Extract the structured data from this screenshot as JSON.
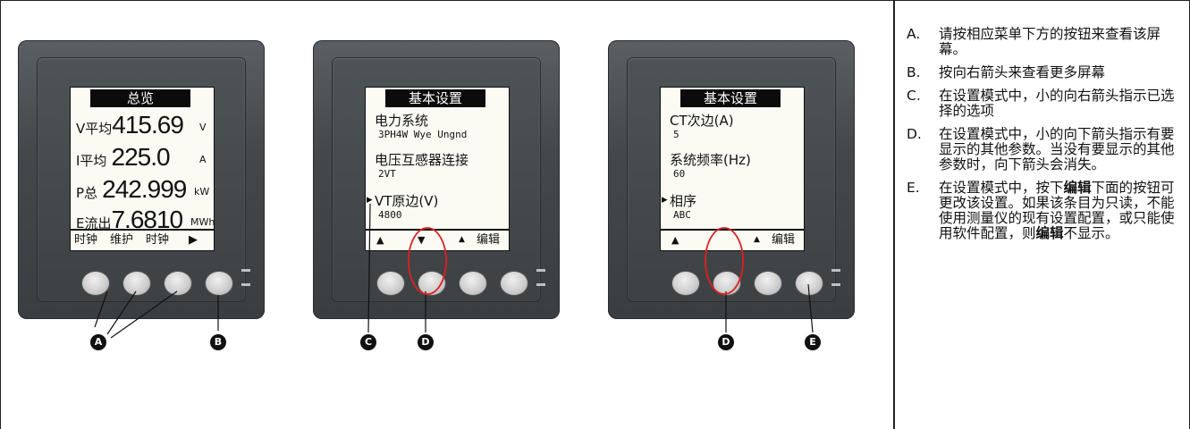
{
  "meter1": {
    "title": "总览",
    "rows": [
      {
        "label": "V平均",
        "value": "415.69",
        "unit": "V"
      },
      {
        "label": "I平均",
        "value": "225.0",
        "unit": "A"
      },
      {
        "label": "P总",
        "value": "242.999",
        "unit": "kW"
      },
      {
        "label": "E流出",
        "value": "7.6810",
        "unit": "MWh"
      }
    ],
    "softkeys": [
      "时钟",
      "维护",
      "时钟",
      "▶"
    ]
  },
  "meter2": {
    "title": "基本设置",
    "items": [
      {
        "name": "电力系统",
        "value": "3PH4W Wye Ungnd"
      },
      {
        "name": "电压互感器连接",
        "value": "2VT"
      },
      {
        "name": "VT原边(V)",
        "value": "4800"
      }
    ],
    "selected_marker": "▸",
    "softkeys": [
      "▲",
      "▼",
      "▲",
      "编辑"
    ]
  },
  "meter3": {
    "title": "基本设置",
    "items": [
      {
        "name": "CT次边(A)",
        "value": "5"
      },
      {
        "name": "系统频率(Hz)",
        "value": "60"
      },
      {
        "name": "相序",
        "value": "ABC"
      }
    ],
    "selected_marker": "▸",
    "softkeys": [
      "▲",
      "",
      "▲",
      "编辑"
    ]
  },
  "callouts": [
    "A",
    "B",
    "C",
    "D",
    "D",
    "E"
  ],
  "legend": [
    {
      "key": "A.",
      "text": "请按相应菜单下方的按钮来查看该屏幕。"
    },
    {
      "key": "B.",
      "text": "按向右箭头来查看更多屏幕"
    },
    {
      "key": "C.",
      "text": "在设置模式中，小的向右箭头指示已选择的选项"
    },
    {
      "key": "D.",
      "text": "在设置模式中，小的向下箭头指示有要显示的其他参数。当没有要显示的其他参数时，向下箭头会消失。"
    },
    {
      "key": "E.",
      "parts": [
        "在设置模式中，按下",
        "编辑",
        "下面的按钮可更改该设置。如果该条目为只读，不能使用测量仪的现有设置配置，或只能使用软件配置，则",
        "编辑",
        "不显示。"
      ]
    }
  ],
  "colors": {
    "bezel": "#44484b",
    "screen": "#fbfbf4",
    "highlight_circle": "#e02020"
  }
}
